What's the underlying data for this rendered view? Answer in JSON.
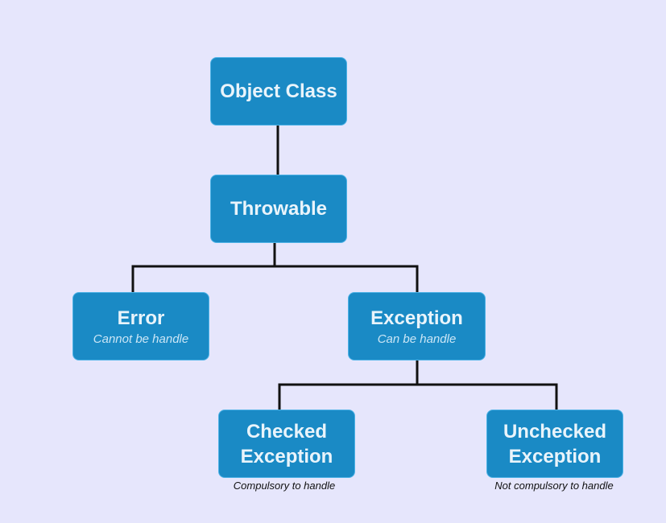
{
  "nodes": {
    "object_class": {
      "title": "Object Class"
    },
    "throwable": {
      "title": "Throwable"
    },
    "error": {
      "title": "Error",
      "note": "Cannot be handle"
    },
    "exception": {
      "title": "Exception",
      "note": "Can be handle"
    },
    "checked_exception": {
      "title_line1": "Checked",
      "title_line2": "Exception",
      "note": "Compulsory to handle"
    },
    "unchecked_exception": {
      "title_line1": "Unchecked",
      "title_line2": "Exception",
      "note": "Not compulsory to handle"
    }
  },
  "colors": {
    "background": "#e6e6fc",
    "node_fill": "#1a8ac5",
    "node_border": "#4eb2e6",
    "node_text": "#e9f4fb",
    "connector": "#111111"
  }
}
